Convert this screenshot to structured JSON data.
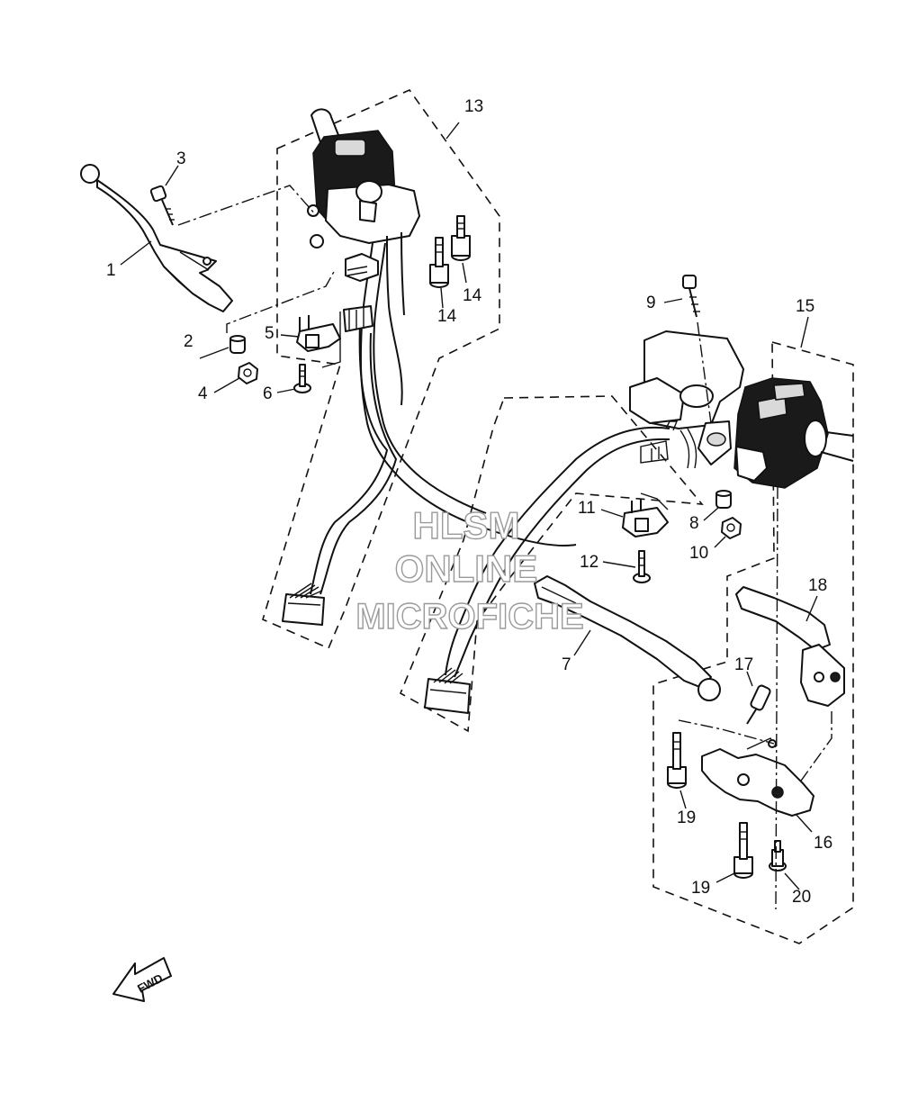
{
  "callouts": {
    "c1": "1",
    "c2": "2",
    "c3": "3",
    "c4": "4",
    "c5": "5",
    "c6": "6",
    "c7": "7",
    "c8": "8",
    "c9": "9",
    "c10": "10",
    "c11": "11",
    "c12": "12",
    "c13": "13",
    "c14a": "14",
    "c14b": "14",
    "c15": "15",
    "c16": "16",
    "c17": "17",
    "c18": "18",
    "c19a": "19",
    "c19b": "19",
    "c20": "20"
  },
  "watermark": {
    "line1": "HLSM",
    "line2": "ONLINE",
    "line3": "MICROFICHE"
  },
  "direction_arrow": {
    "label": "FWD",
    "icon": "fwd-arrow-icon"
  },
  "colors": {
    "ink": "#111111",
    "watermark_outline": "#9a9a9a"
  }
}
